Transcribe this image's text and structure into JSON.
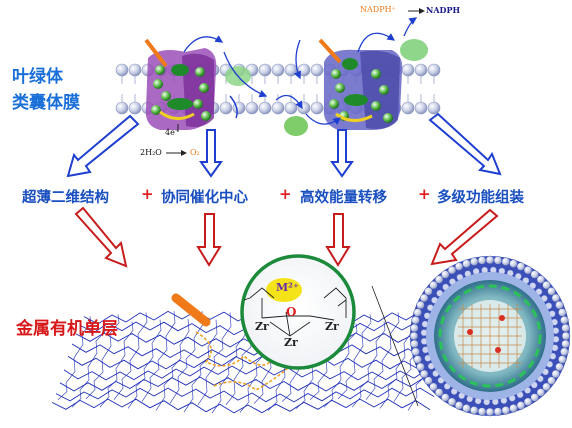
{
  "thylakoid": {
    "line1": "叶绿体",
    "line2": "类囊体膜"
  },
  "reactions": {
    "nadp_in": "NADPH⁺",
    "nadp_out": "NADPH",
    "electrons": "4e⁻",
    "water": "2H₂O",
    "oxygen": "O₂"
  },
  "features": [
    {
      "label": "超薄二维结构"
    },
    {
      "label": "协同催化中心"
    },
    {
      "label": "高效能量转移"
    },
    {
      "label": "多级功能组装"
    }
  ],
  "plus_sign": "+",
  "mof_label": "金属有机单层",
  "inset": {
    "metal": "M²⁺",
    "zr": "Zr",
    "oxygen": "O"
  },
  "colors": {
    "blue_text": "#1a4fc0",
    "red_text": "#d81818",
    "blue_arrow": "#1f3fd0",
    "red_arrow": "#c81c1c",
    "purple_complex": "#8a3aa8",
    "violet_complex": "#5a5ab8",
    "lattice": "#1f2fb8",
    "inset_ring": "#1b8a3a",
    "vesicle": "#2a4fc0"
  }
}
